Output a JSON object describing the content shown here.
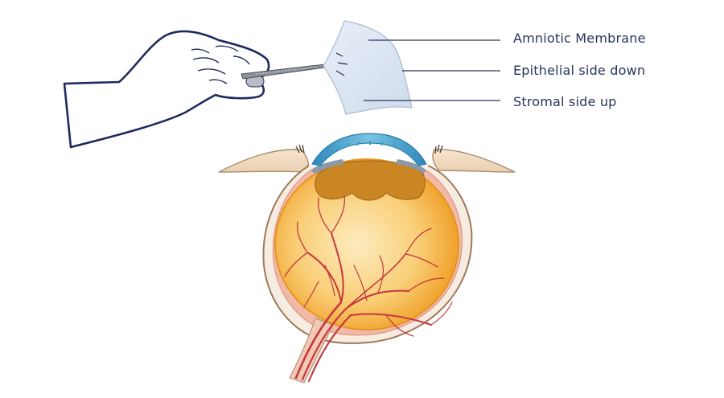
{
  "labels": {
    "amniotic_membrane": "Amniotic Membrane",
    "epithelial_side": "Epithelial side down",
    "stromal_side": "Stromal side up"
  },
  "colors": {
    "label_text": "#27335a",
    "leader_line": "#2a3556",
    "hand_outline": "#1f2a5e",
    "membrane_fill": "#dfe8f4",
    "cornea_blue": "#38a9dc",
    "eyeball_orange": "#f2a928",
    "vessel_red": "#c6383e",
    "sclera_outline": "#9c7a57",
    "eyelid_skin": "#f3ddc4"
  },
  "icons": [
    "hand-with-forceps",
    "amniotic-membrane-sheet",
    "eyeball-cross-section"
  ]
}
